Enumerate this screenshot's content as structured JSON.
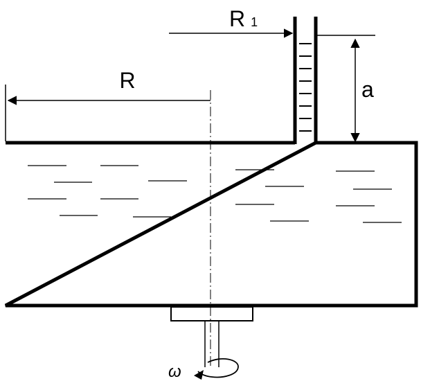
{
  "labels": {
    "big_radius": "R",
    "tube_radius_main": "R",
    "tube_radius_sub": "1",
    "height": "a",
    "omega": "ω"
  }
}
